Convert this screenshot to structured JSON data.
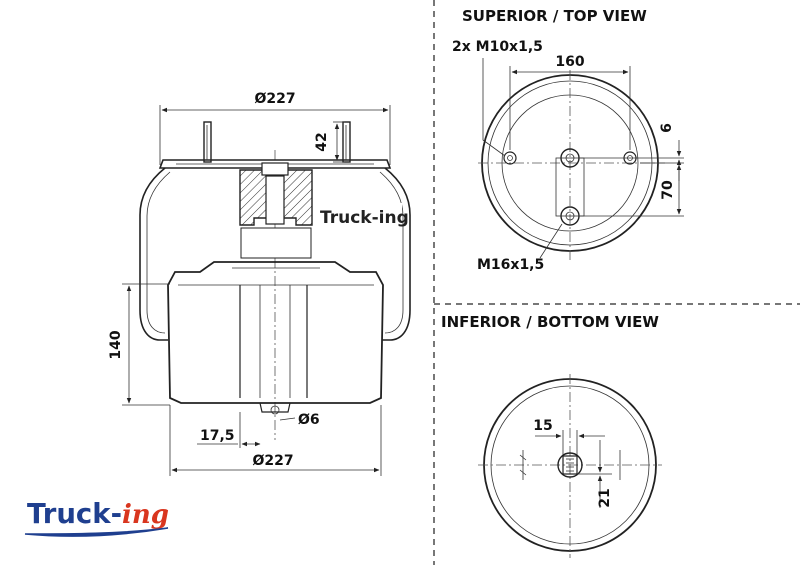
{
  "side_view": {
    "dim_top_diameter": "Ø227",
    "dim_stud_height": "42",
    "dim_piston_height": "140",
    "dim_pin_diameter": "Ø6",
    "dim_pin_offset": "17,5",
    "dim_bottom_diameter": "Ø227",
    "watermark_logo": "Truck-ing"
  },
  "top_view": {
    "title": "SUPERIOR / TOP VIEW",
    "studs_label": "2x M10x1,5",
    "dim_stud_spacing": "160",
    "dim_offset_small": "6",
    "dim_offset_70": "70",
    "center_thread_label": "M16x1,5"
  },
  "bottom_view": {
    "title": "INFERIOR / BOTTOM VIEW",
    "dim_width": "15",
    "dim_offset": "21"
  },
  "brand_logo": {
    "text": "Truck-ing",
    "colors": {
      "truck": "#1f3f8f",
      "ing": "#d9361f",
      "swoosh": "#1f3f8f"
    }
  }
}
